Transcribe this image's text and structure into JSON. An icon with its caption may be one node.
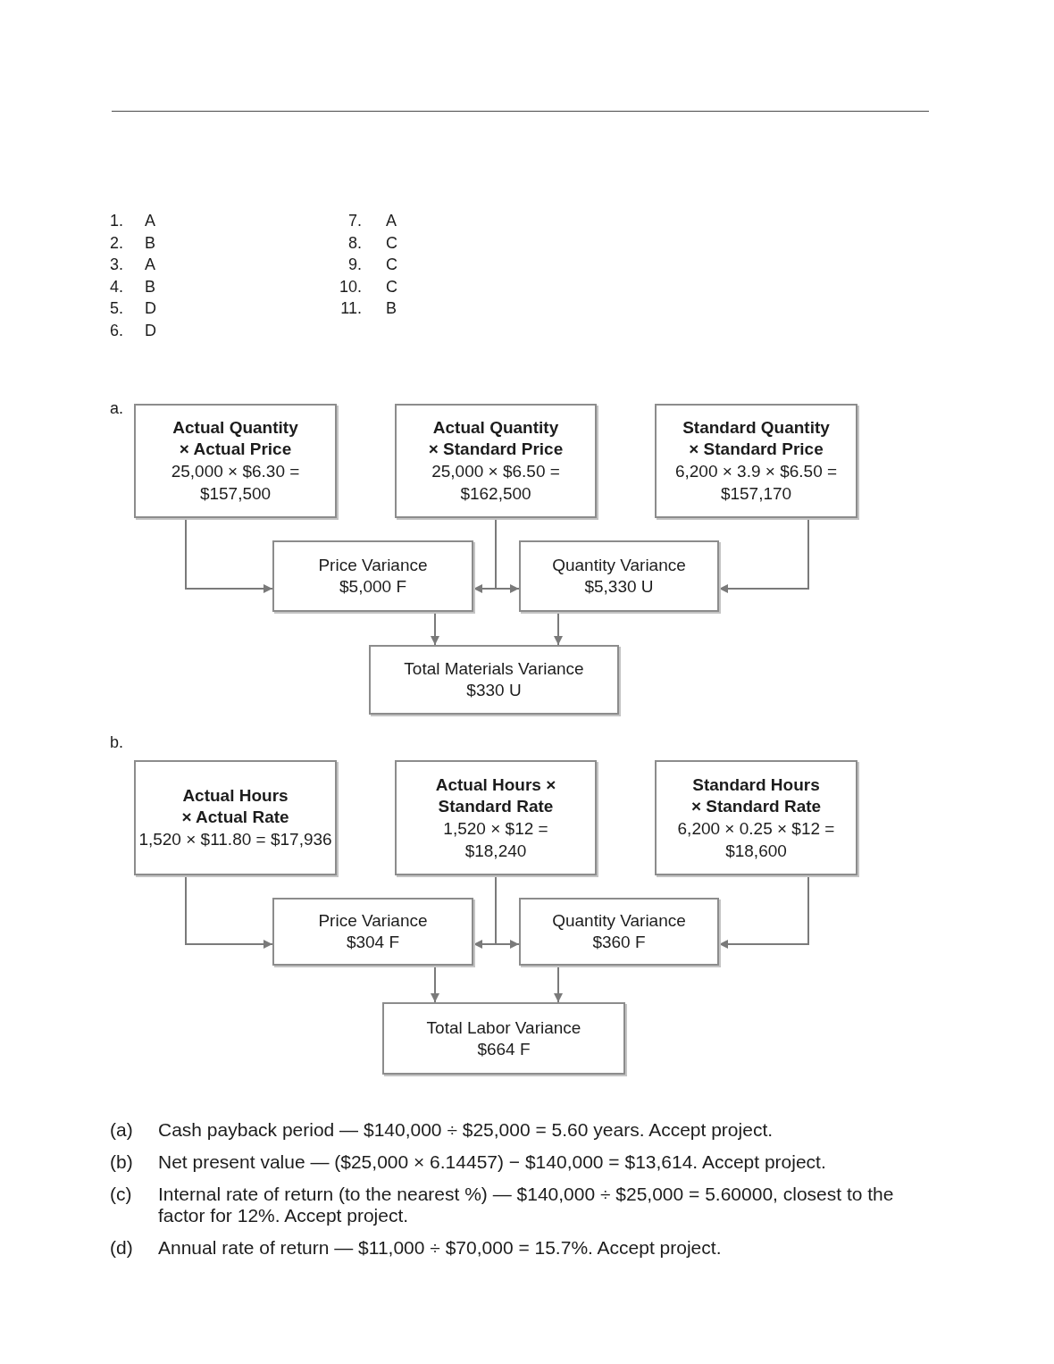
{
  "diagram": {
    "nodes": [
      {
        "text": [
          "Actual Quantity × Actual Price",
          "25,000 × $6.30 = $157,500"
        ]
      },
      {
        "text": [
          "Actual Quantity × Standard Price",
          "25,000 × $6.50 = $162,500"
        ]
      },
      {
        "text": [
          "Standard Quantity × Standard Price",
          "6,200 × 3.9 × $6.50 = $157,170"
        ]
      },
      {
        "text": [
          "Price Variance",
          "$5,000 F"
        ]
      },
      {
        "text": [
          "Quantity Variance",
          "$5,330 U"
        ]
      },
      {
        "text": [
          "Total Materials Variance",
          "$330 U"
        ]
      },
      {
        "text": [
          "Actual Hours × Actual Rate",
          "1,520 × $11.80 = $17,936"
        ]
      },
      {
        "text": [
          "Actual Hours × Standard Rate",
          "1,520 × $12 = $18,240"
        ]
      },
      {
        "text": [
          "Standard Hours × Standard Rate",
          "6,200 × 0.25 × $12 = $18,600"
        ]
      },
      {
        "text": [
          "Price Variance",
          "$304 F"
        ]
      },
      {
        "text": [
          "Quantity Variance",
          "$360 F"
        ]
      },
      {
        "text": [
          "Total Labor Variance",
          "$664 F"
        ]
      }
    ],
    "edges": [
      {
        "from": 0,
        "to": 3,
        "arrow": "to"
      },
      {
        "from": 1,
        "to": 3,
        "arrow": "to"
      },
      {
        "from": 1,
        "to": 4,
        "arrow": "to"
      },
      {
        "from": 2,
        "to": 4,
        "arrow": "to"
      },
      {
        "from": 3,
        "to": 5,
        "arrow": "to"
      },
      {
        "from": 4,
        "to": 5,
        "arrow": "to"
      },
      {
        "from": 6,
        "to": 9,
        "arrow": "to"
      },
      {
        "from": 7,
        "to": 9,
        "arrow": "to"
      },
      {
        "from": 7,
        "to": 10,
        "arrow": "to"
      },
      {
        "from": 8,
        "to": 10,
        "arrow": "to"
      },
      {
        "from": 9,
        "to": 11,
        "arrow": "to"
      },
      {
        "from": 10,
        "to": 11,
        "arrow": "to"
      }
    ],
    "labels": [
      "1.",
      "A",
      "7.",
      "A",
      "2.",
      "B",
      "8.",
      "C",
      "3.",
      "A",
      "9.",
      "C",
      "4.",
      "B",
      "10.",
      "C",
      "5.",
      "D",
      "11.",
      "B",
      "6.",
      "D",
      "a.",
      "b.",
      "(a)",
      "Cash payback period — $140,000 ÷ $25,000 = 5.60 years. Accept project.",
      "(b)",
      "Net present value — ($25,000 × 6.14457) − $140,000 = $13,614. Accept project.",
      "(c)",
      "Internal rate of return (to the nearest %) — $140,000 ÷ $25,000 = 5.60000, closest to the factor for 12%. Accept project.",
      "(d)",
      "Annual rate of return — $11,000 ÷ $70,000 = 15.7%. Accept project."
    ]
  }
}
